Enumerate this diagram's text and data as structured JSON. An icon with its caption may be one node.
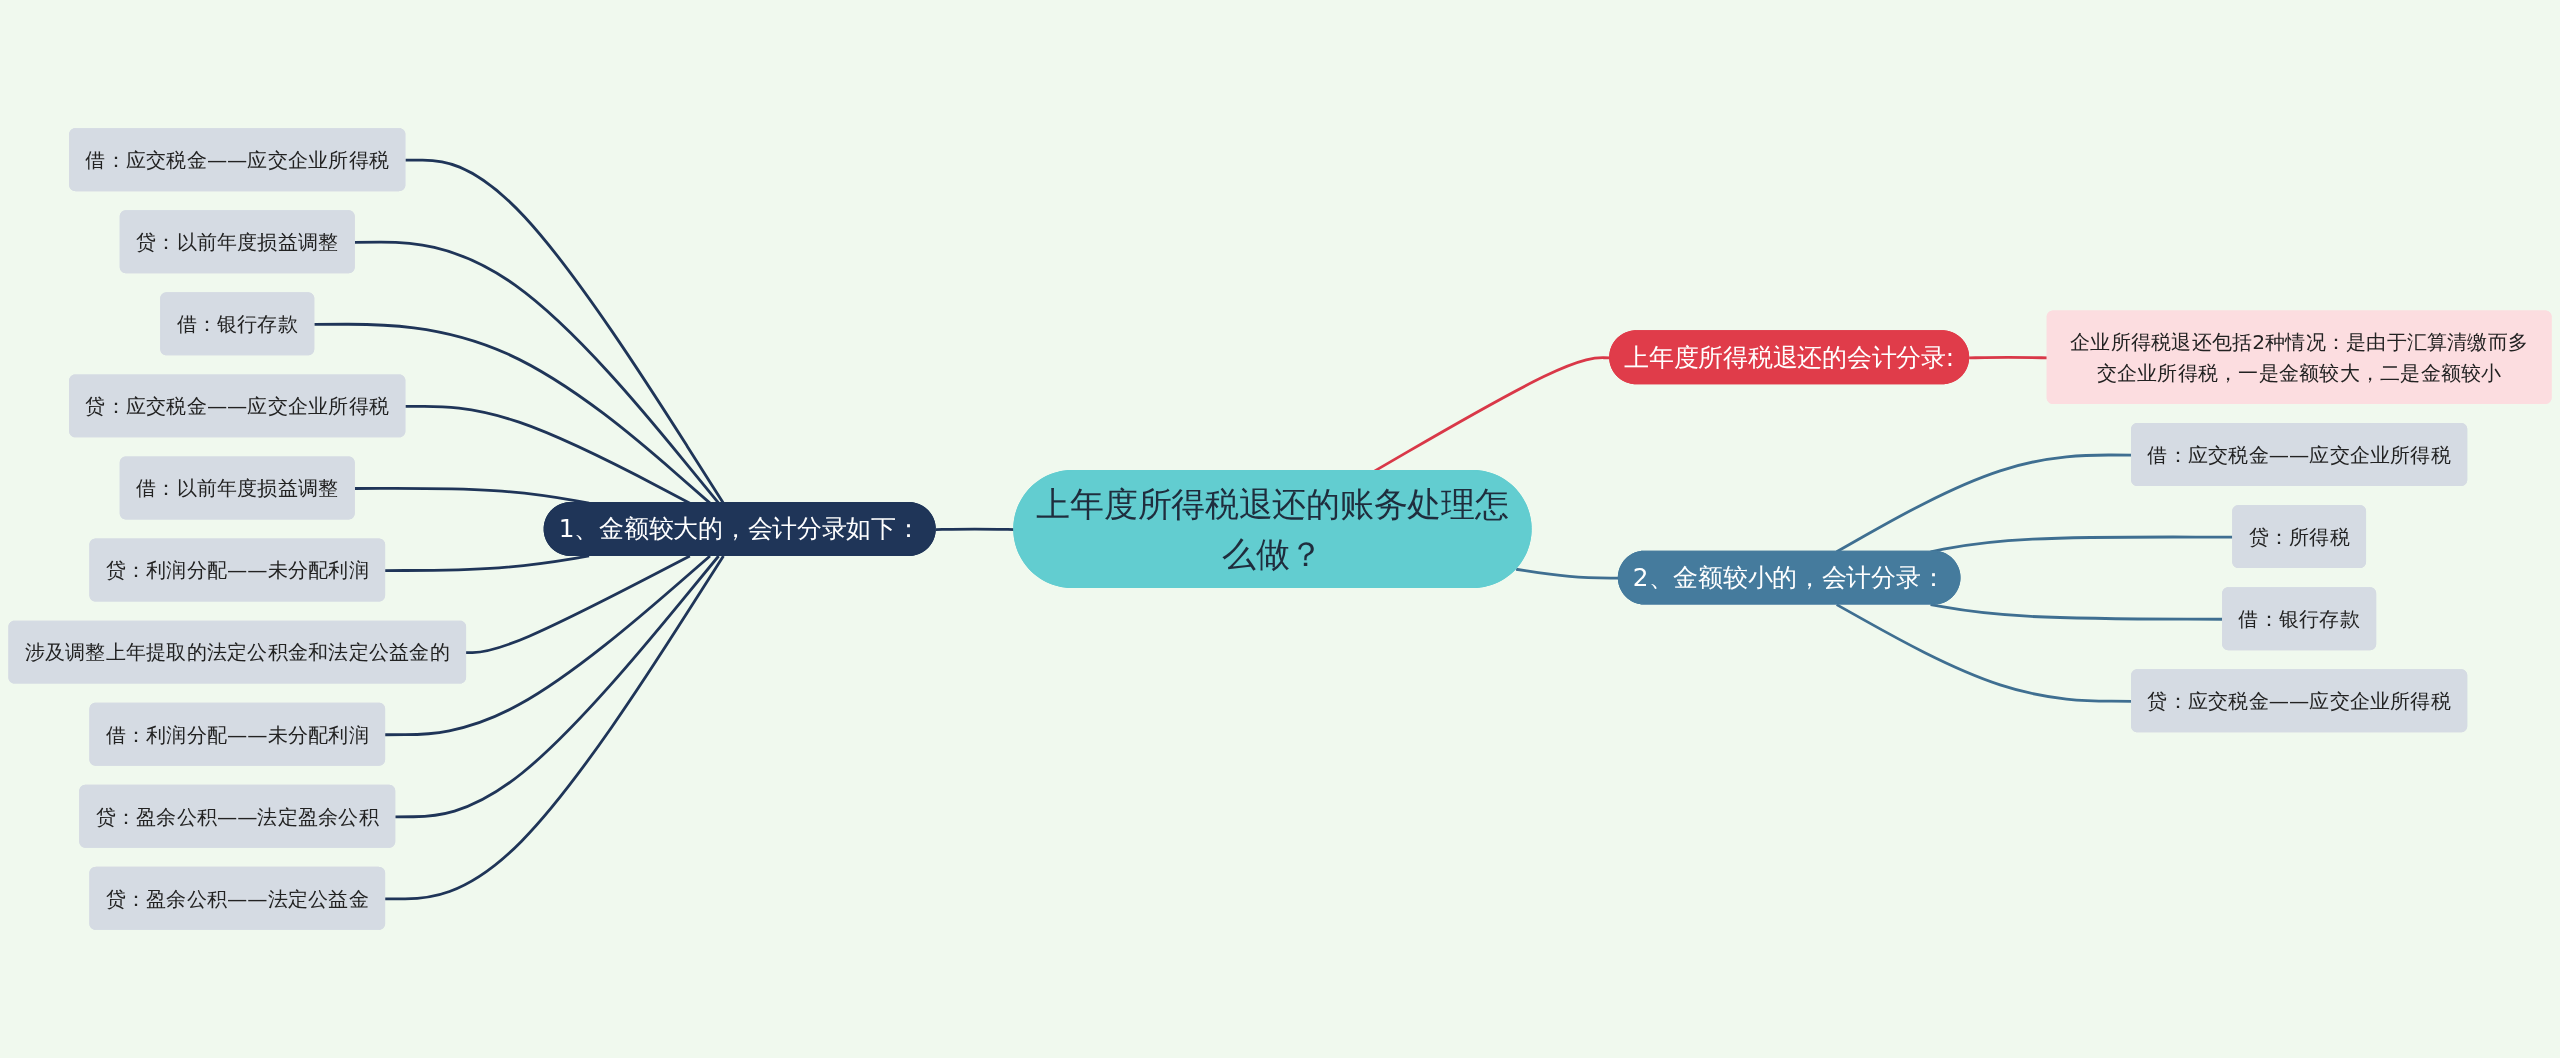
{
  "diagram": {
    "nodes": [
      {
        "text": [
          "上年度所得税退还的账务处理怎么做？"
        ]
      },
      {
        "text": [
          "1、金额较大的，会计分录如下："
        ]
      },
      {
        "text": [
          "借：应交税金——应交企业所得税"
        ]
      },
      {
        "text": [
          "贷：以前年度损益调整"
        ]
      },
      {
        "text": [
          "借：银行存款"
        ]
      },
      {
        "text": [
          "贷：应交税金——应交企业所得税"
        ]
      },
      {
        "text": [
          "借：以前年度损益调整"
        ]
      },
      {
        "text": [
          "贷：利润分配——未分配利润"
        ]
      },
      {
        "text": [
          "涉及调整上年提取的法定公积金和法定公益金的"
        ]
      },
      {
        "text": [
          "借：利润分配——未分配利润"
        ]
      },
      {
        "text": [
          "贷：盈余公积——法定盈余公积"
        ]
      },
      {
        "text": [
          "贷：盈余公积——法定公益金"
        ]
      },
      {
        "text": [
          "上年度所得税退还的会计分录:"
        ]
      },
      {
        "text": [
          "企业所得税退还包括2种情况：是由于汇算清缴而多交企业所得税，一是金额较大，二是金额较小"
        ]
      },
      {
        "text": [
          "2、金额较小的，会计分录："
        ]
      },
      {
        "text": [
          "借：应交税金——应交企业所得税"
        ]
      },
      {
        "text": [
          "贷：所得税"
        ]
      },
      {
        "text": [
          "借：银行存款"
        ]
      },
      {
        "text": [
          "贷：应交税金——应交企业所得税"
        ]
      }
    ],
    "edges": [
      {
        "from": 0,
        "to": 1,
        "arrow": "none"
      },
      {
        "from": 1,
        "to": 2,
        "arrow": "none"
      },
      {
        "from": 1,
        "to": 3,
        "arrow": "none"
      },
      {
        "from": 1,
        "to": 4,
        "arrow": "none"
      },
      {
        "from": 1,
        "to": 5,
        "arrow": "none"
      },
      {
        "from": 1,
        "to": 6,
        "arrow": "none"
      },
      {
        "from": 1,
        "to": 7,
        "arrow": "none"
      },
      {
        "from": 1,
        "to": 8,
        "arrow": "none"
      },
      {
        "from": 1,
        "to": 9,
        "arrow": "none"
      },
      {
        "from": 1,
        "to": 10,
        "arrow": "none"
      },
      {
        "from": 1,
        "to": 11,
        "arrow": "none"
      },
      {
        "from": 0,
        "to": 12,
        "arrow": "none",
        "color": "#d93848"
      },
      {
        "from": 12,
        "to": 13,
        "arrow": "none",
        "color": "#d93848"
      },
      {
        "from": 0,
        "to": 14,
        "arrow": "none",
        "color": "#3f6f91"
      },
      {
        "from": 14,
        "to": 15,
        "arrow": "none",
        "color": "#3f6f91"
      },
      {
        "from": 14,
        "to": 16,
        "arrow": "none",
        "color": "#3f6f91"
      },
      {
        "from": 14,
        "to": 17,
        "arrow": "none",
        "color": "#3f6f91"
      },
      {
        "from": 14,
        "to": 18,
        "arrow": "none",
        "color": "#3f6f91"
      }
    ]
  }
}
